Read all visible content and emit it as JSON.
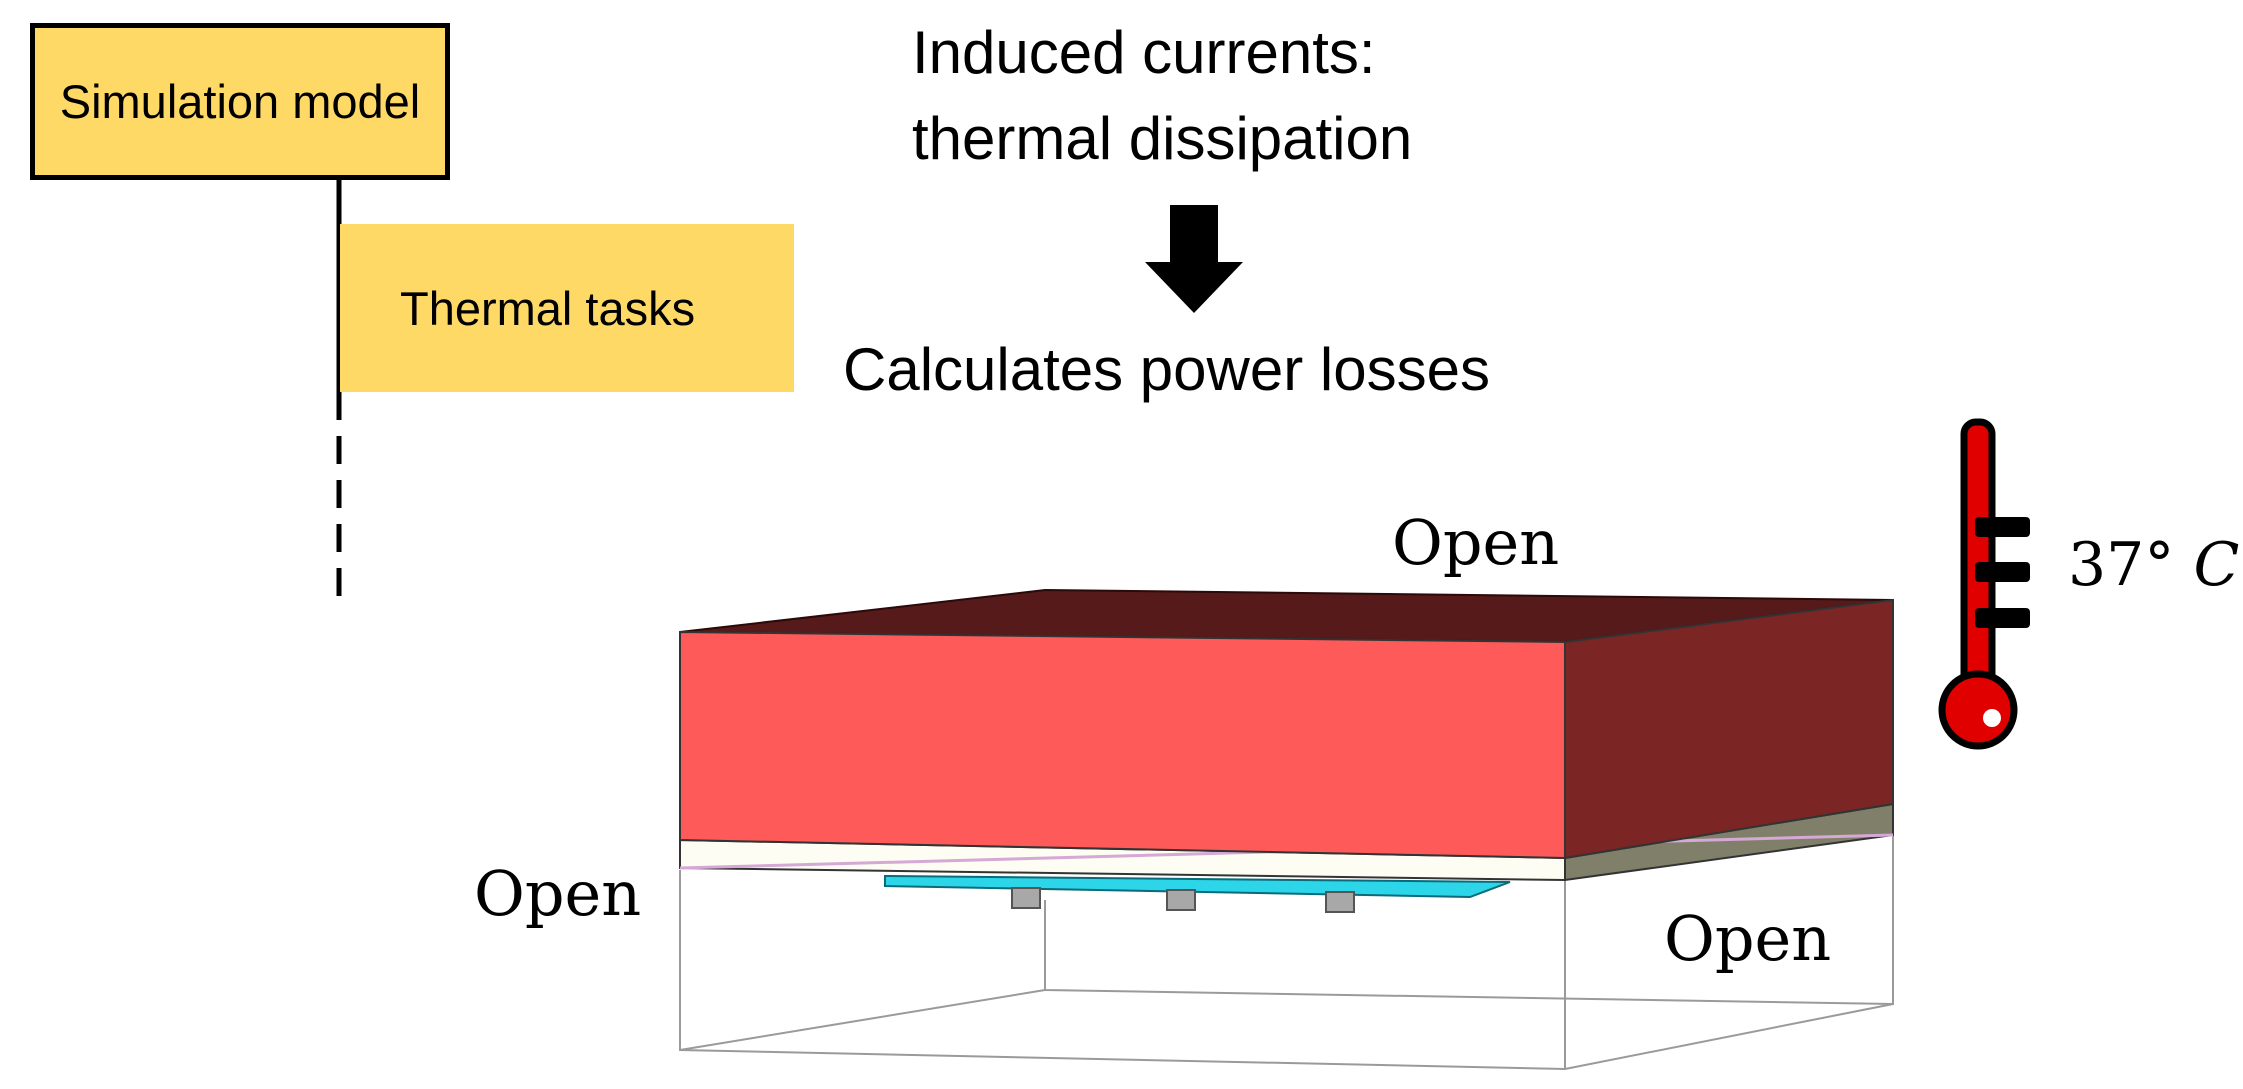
{
  "flow": {
    "simulation_model": "Simulation model",
    "thermal_tasks": "Thermal tasks"
  },
  "physics": {
    "induced_line1": "Induced currents:",
    "induced_line2": "thermal dissipation",
    "calculates": "Calculates power losses"
  },
  "boundaries": {
    "top": "Open",
    "left": "Open",
    "right": "Open"
  },
  "temperature": {
    "value": "37°",
    "unit": "C"
  },
  "colors": {
    "box_fill": "#FFD966",
    "tissue_front": "#FF5A5A",
    "tissue_top": "#561A1A",
    "tissue_side": "#7B2525",
    "substrate_front": "#FDFDF3",
    "substrate_side": "#7F7F6A",
    "coil": "#2CD5E8",
    "thermometer": "#E00000"
  }
}
